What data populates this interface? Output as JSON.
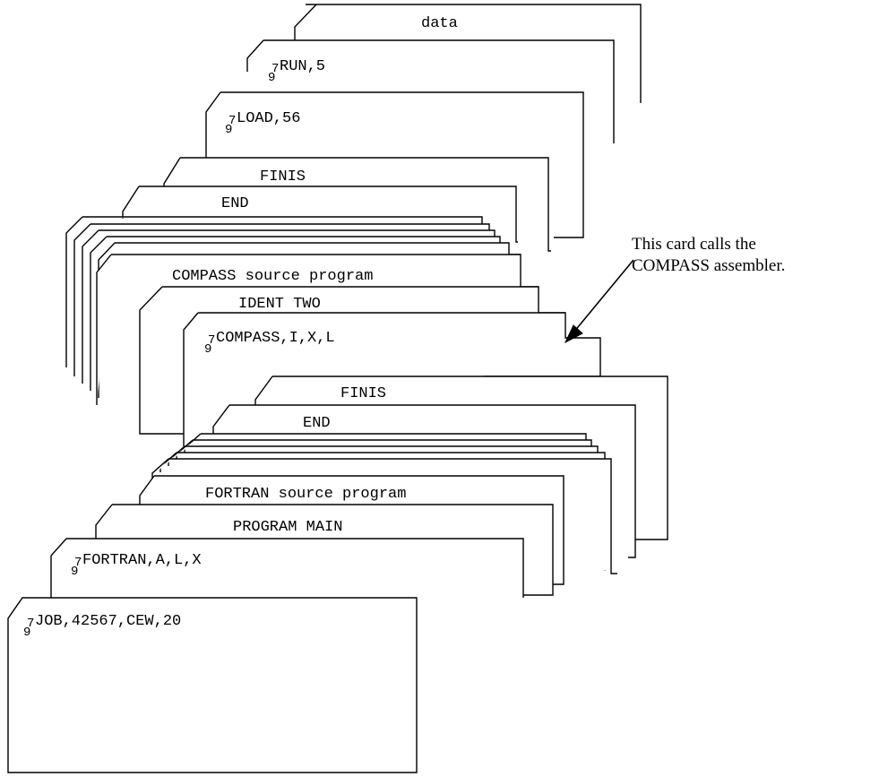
{
  "cards": {
    "data": "data",
    "run": "RUN,5",
    "load": "LOAD,56",
    "finis_compass": "FINIS",
    "end_compass": "END",
    "compass_source": "COMPASS source program",
    "ident_two": "IDENT TWO",
    "compass_control": "COMPASS,I,X,L",
    "finis_fortran": "FINIS",
    "end_fortran": "END",
    "fortran_source": "FORTRAN source program",
    "program_main": "PROGRAM MAIN",
    "fortran_control": "FORTRAN,A,L,X",
    "job": "JOB,42567,CEW,20"
  },
  "punch_marks": {
    "row_7": "7",
    "row_9": "9"
  },
  "annotation": {
    "line1": "This card calls the",
    "line2": "COMPASS assembler."
  }
}
